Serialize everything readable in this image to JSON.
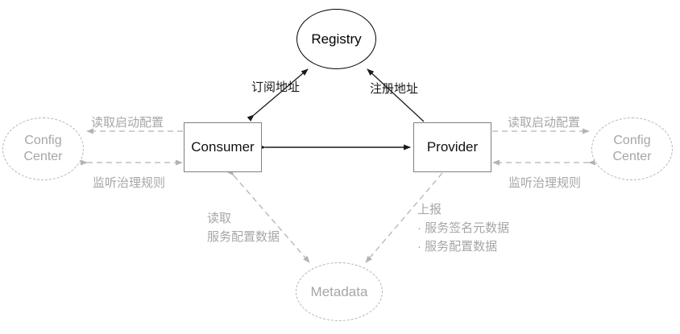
{
  "diagram": {
    "nodes": {
      "registry": {
        "label": "Registry"
      },
      "consumer": {
        "label": "Consumer"
      },
      "provider": {
        "label": "Provider"
      },
      "config_center_left": {
        "line1": "Config",
        "line2": "Center"
      },
      "config_center_right": {
        "line1": "Config",
        "line2": "Center"
      },
      "metadata": {
        "label": "Metadata"
      }
    },
    "edges": {
      "consumer_registry": {
        "label": "订阅地址",
        "style": "solid-black",
        "arrows": "both"
      },
      "provider_registry": {
        "label": "注册地址",
        "style": "solid-black",
        "arrows": "to-registry"
      },
      "consumer_provider": {
        "label": "",
        "style": "solid-black",
        "arrows": "both"
      },
      "config_left_top": {
        "label": "读取启动配置",
        "style": "dashed-gray",
        "arrows": "to-config-center"
      },
      "config_left_bottom": {
        "label": "监听治理规则",
        "style": "dashed-gray",
        "arrows": "both"
      },
      "config_right_top": {
        "label": "读取启动配置",
        "style": "dashed-gray",
        "arrows": "to-config-center"
      },
      "config_right_bottom": {
        "label": "监听治理规则",
        "style": "dashed-gray",
        "arrows": "both"
      },
      "consumer_metadata": {
        "line1": "读取",
        "line2": "服务配置数据",
        "style": "dashed-gray",
        "arrows": "both"
      },
      "provider_metadata": {
        "line1": "上报",
        "line2": "· 服务签名元数据",
        "line3": "· 服务配置数据",
        "style": "dashed-gray",
        "arrows": "to-metadata"
      }
    },
    "colors": {
      "black_line": "#1a1a1a",
      "gray_line": "#b4b4b4",
      "gray_text": "#a6a6a6",
      "box_border": "#7f7f7f",
      "background": "#ffffff"
    }
  }
}
